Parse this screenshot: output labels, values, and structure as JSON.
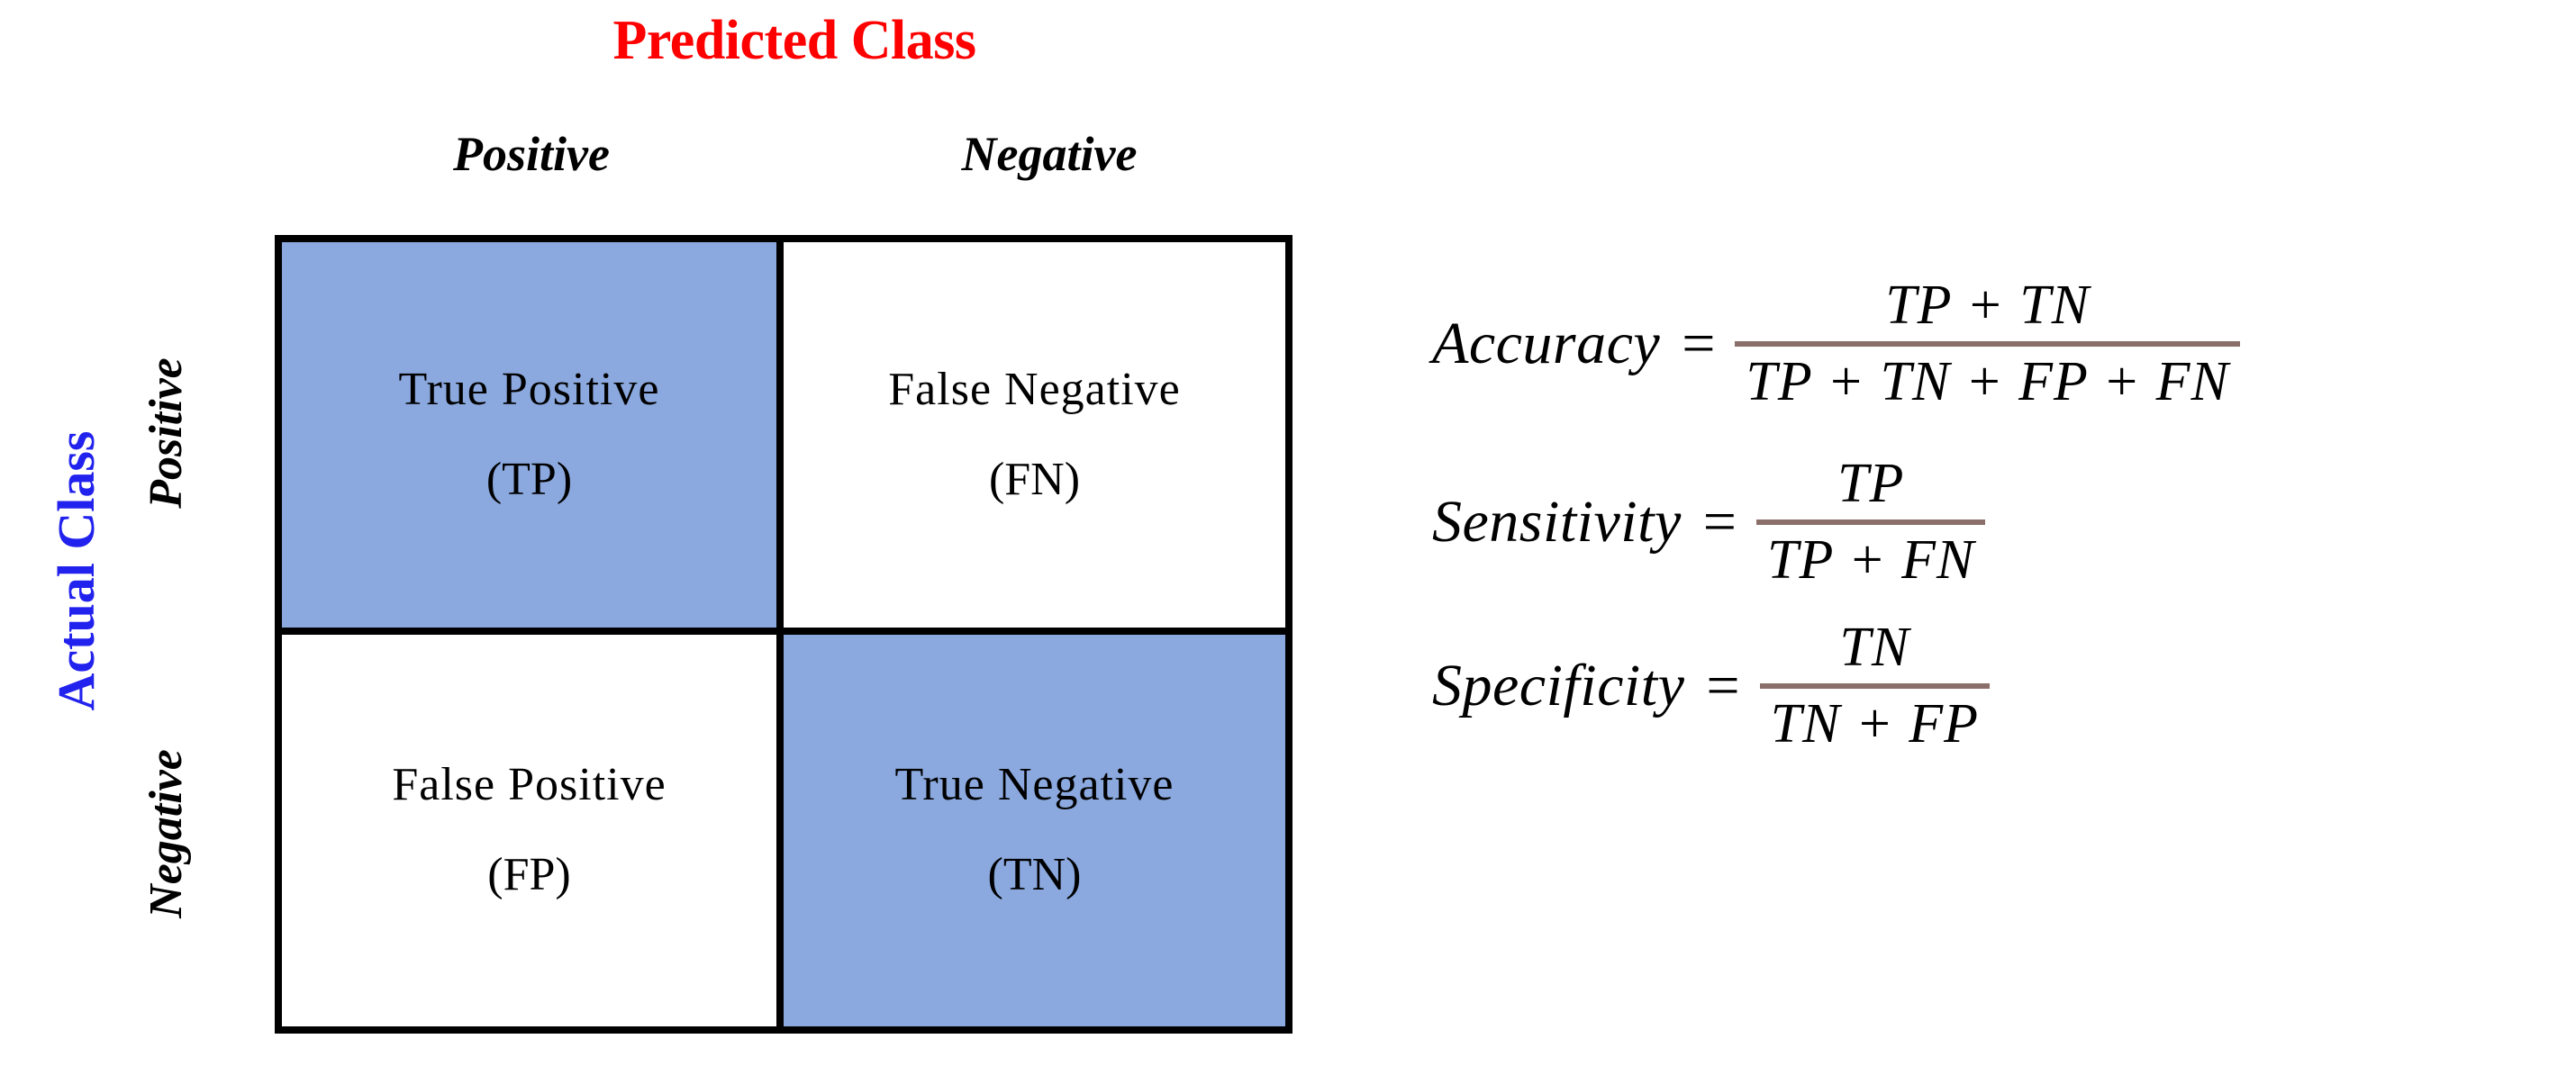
{
  "title": {
    "predicted_class": "Predicted Class",
    "actual_class": "Actual Class"
  },
  "columns": {
    "positive": "Positive",
    "negative": "Negative"
  },
  "rows": {
    "positive": "Positive",
    "negative": "Negative"
  },
  "matrix": {
    "cells": [
      {
        "name": "True Positive",
        "abbr": "(TP)",
        "highlight": true,
        "position": "top-left"
      },
      {
        "name": "False Negative",
        "abbr": "(FN)",
        "highlight": false,
        "position": "top-right"
      },
      {
        "name": "False Positive",
        "abbr": "(FP)",
        "highlight": false,
        "position": "bottom-left"
      },
      {
        "name": "True Negative",
        "abbr": "(TN)",
        "highlight": true,
        "position": "bottom-right"
      }
    ]
  },
  "formulas": [
    {
      "label": "Accuracy",
      "equals": "=",
      "numerator": "TP + TN",
      "denominator": "TP + TN + FP + FN"
    },
    {
      "label": "Sensitivity",
      "equals": "=",
      "numerator": "TP",
      "denominator": "TP + FN"
    },
    {
      "label": "Specificity",
      "equals": "=",
      "numerator": "TN",
      "denominator": "TN + FP"
    }
  ],
  "colors": {
    "predicted_class_text": "#ff0000",
    "actual_class_text": "#2222ee",
    "cell_highlight": "#8ba9df",
    "matrix_border": "#000000",
    "fraction_bar": "#8b6f6a",
    "background": "#ffffff"
  }
}
